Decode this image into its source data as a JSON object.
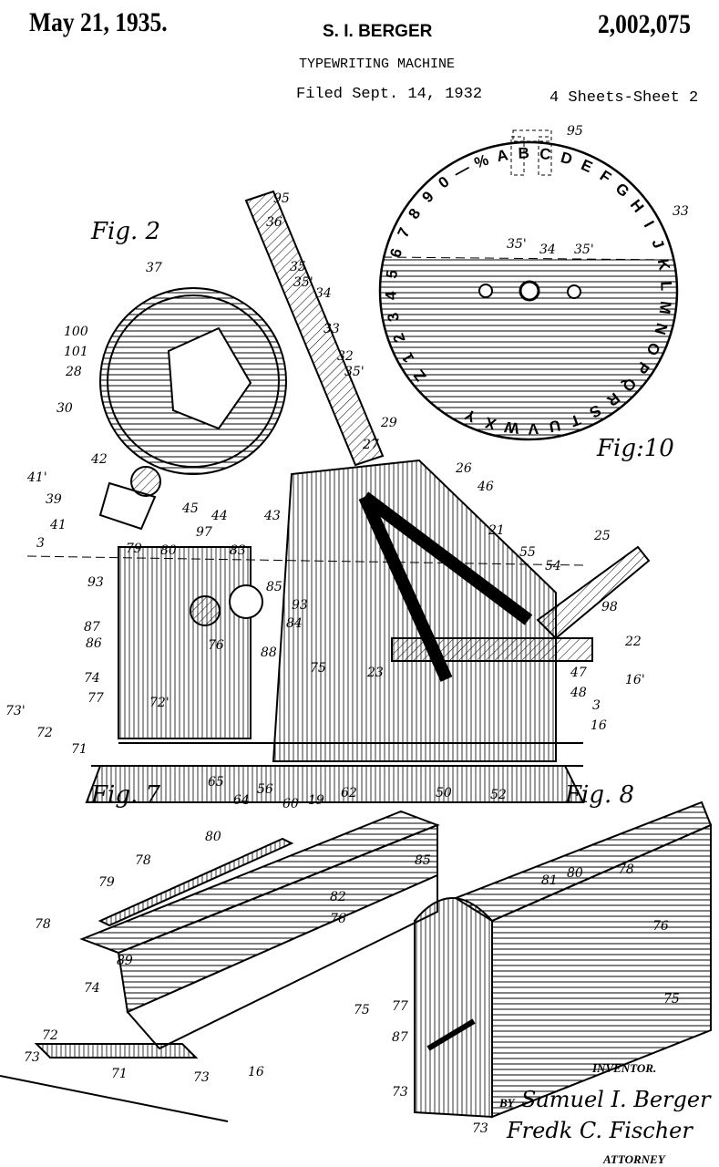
{
  "header": {
    "date": "May 21, 1935.",
    "inventor": "S. I. BERGER",
    "patent_number": "2,002,075",
    "title": "TYPEWRITING MACHINE",
    "filed": "Filed Sept. 14, 1932",
    "sheets": "4 Sheets-Sheet 2"
  },
  "figures": {
    "fig2": "Fig. 2",
    "fig7": "Fig. 7",
    "fig8": "Fig. 8",
    "fig10": "Fig:10"
  },
  "dial_characters": [
    "Z",
    "1",
    "2",
    "3",
    "4",
    "5",
    "6",
    "7",
    "8",
    "9",
    "0",
    "—",
    "%",
    "A",
    "B",
    "C",
    "D",
    "E",
    "F",
    "G",
    "H",
    "I",
    "J",
    "K",
    "L",
    "M",
    "N",
    "O",
    "P",
    "Q",
    "R",
    "S",
    "T",
    "U",
    "V",
    "W",
    "X",
    "Y"
  ],
  "fig10_labels": [
    "95",
    "33",
    "35'",
    "34",
    "35'"
  ],
  "fig2_labels": [
    "95",
    "36",
    "37",
    "35",
    "35'",
    "34",
    "100",
    "101",
    "33",
    "32",
    "28",
    "35'",
    "30",
    "29",
    "42",
    "27",
    "26",
    "46",
    "41'",
    "39",
    "45",
    "44",
    "43",
    "41",
    "97",
    "21",
    "25",
    "3",
    "79",
    "80",
    "83",
    "55",
    "54",
    "93",
    "85",
    "93",
    "98",
    "87",
    "84",
    "86",
    "76",
    "88",
    "22",
    "23",
    "74",
    "75",
    "47",
    "77",
    "48",
    "16'",
    "73'",
    "72'",
    "72",
    "71",
    "3",
    "16",
    "65",
    "64",
    "56",
    "60",
    "19",
    "62",
    "50",
    "52"
  ],
  "fig7_labels": [
    "80",
    "78",
    "85",
    "79",
    "82",
    "78",
    "76",
    "89",
    "75",
    "74",
    "72",
    "73",
    "71",
    "73",
    "16"
  ],
  "fig8_labels": [
    "81",
    "80",
    "78",
    "76",
    "77",
    "75",
    "87",
    "73",
    "73"
  ],
  "signature": {
    "inventor_caption": "INVENTOR.",
    "by": "BY",
    "inventor_signature": "Samuel I. Berger",
    "attorney_signature": "Fredk C. Fischer",
    "attorney_caption": "ATTORNEY"
  }
}
